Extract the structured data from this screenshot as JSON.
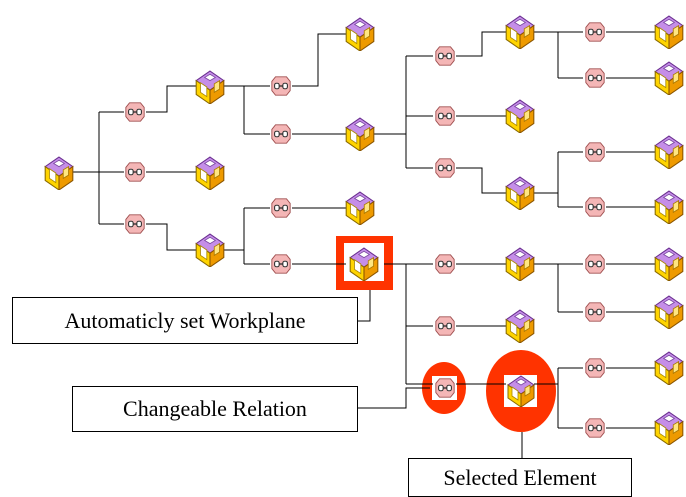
{
  "callouts": {
    "workplane": "Automaticly set Workplane",
    "relation": "Changeable Relation",
    "selected": "Selected Element"
  },
  "icons": {
    "element": "element-cube-icon",
    "relation": "relation-link-icon"
  },
  "colors": {
    "highlight": "#ff3300",
    "cube_top": "#c58ee8",
    "cube_front": "#ffd400",
    "cube_side": "#ee9a00",
    "relation_fill": "#f4b6b6",
    "relation_stroke": "#a05050",
    "line": "#000000"
  }
}
